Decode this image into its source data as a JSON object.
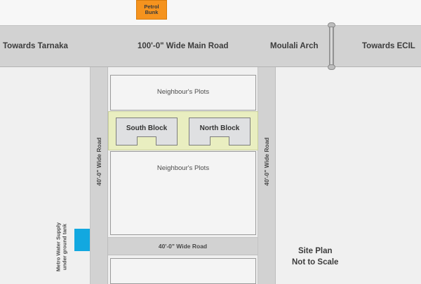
{
  "plan": {
    "caption_line1": "Site Plan",
    "caption_line2": "Not to Scale"
  },
  "roads": {
    "main": {
      "label": "100'-0\" Wide Main Road",
      "towards_left": "Towards Tarnaka",
      "towards_right": "Towards ECIL",
      "landmark": "Moulali Arch"
    },
    "left_vertical": "40'-0\"  Wide Road",
    "right_vertical": "40'-0\"  Wide Road",
    "bottom_horizontal": "40'-0\"  Wide Road"
  },
  "landmarks": {
    "petrol_bunk_line1": "Petrol",
    "petrol_bunk_line2": "Bunk",
    "water_tank_line1": "Metro Water Supply",
    "water_tank_line2": "under ground tank"
  },
  "plots": {
    "top": "Neighbour's Plots",
    "middle": "Neighbour's Plots",
    "bottom": ""
  },
  "blocks": [
    {
      "label": "South Block"
    },
    {
      "label": "North Block"
    }
  ],
  "colors": {
    "road": "#d2d2d2",
    "site_strip": "#e9eec0",
    "block": "#dfe0e2",
    "petrol_bunk": "#f5931e",
    "water_tank": "#12a8e0",
    "plot": "#f4f4f4",
    "background": "#f0f0f0"
  }
}
